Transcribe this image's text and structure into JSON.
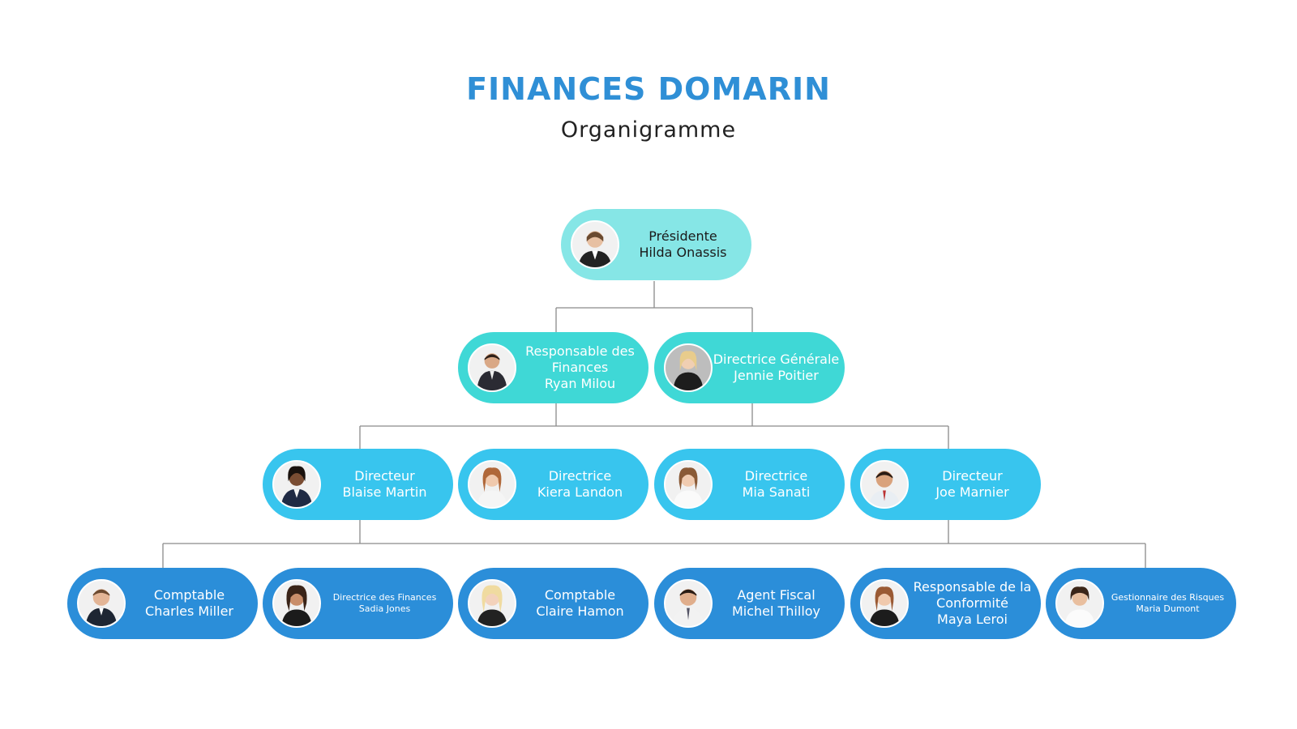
{
  "header": {
    "title": "FINANCES DOMARIN",
    "subtitle": "Organigramme"
  },
  "colors": {
    "title": "#2f8fd6",
    "level0": "#86e6e6",
    "level1": "#3fd8d6",
    "level2": "#38c5ee",
    "level3": "#2b8ed9",
    "connector": "#8a8a8a"
  },
  "nodes": {
    "hilda": {
      "role": "Présidente",
      "name": "Hilda Onassis",
      "icon": "person-photo-icon"
    },
    "ryan": {
      "role": "Responsable des Finances",
      "name": "Ryan Milou",
      "icon": "person-photo-icon"
    },
    "jennie": {
      "role": "Directrice Générale",
      "name": "Jennie Poitier",
      "icon": "person-photo-icon"
    },
    "blaise": {
      "role": "Directeur",
      "name": "Blaise Martin",
      "icon": "person-photo-icon"
    },
    "kiera": {
      "role": "Directrice",
      "name": "Kiera Landon",
      "icon": "person-photo-icon"
    },
    "mia": {
      "role": "Directrice",
      "name": "Mia Sanati",
      "icon": "person-photo-icon"
    },
    "joe": {
      "role": "Directeur",
      "name": "Joe Marnier",
      "icon": "person-photo-icon"
    },
    "charles": {
      "role": "Comptable",
      "name": "Charles Miller",
      "icon": "person-photo-icon"
    },
    "sadia": {
      "role": "Directrice des Finances",
      "name": "Sadia Jones",
      "icon": "person-photo-icon"
    },
    "claire": {
      "role": "Comptable",
      "name": "Claire Hamon",
      "icon": "person-photo-icon"
    },
    "michel": {
      "role": "Agent Fiscal",
      "name": "Michel Thilloy",
      "icon": "person-photo-icon"
    },
    "maya": {
      "role": "Responsable de la Conformité",
      "name": "Maya Leroi",
      "icon": "person-photo-icon"
    },
    "maria": {
      "role": "Gestionnaire des Risques",
      "name": "Maria Dumont",
      "icon": "person-photo-icon"
    }
  }
}
